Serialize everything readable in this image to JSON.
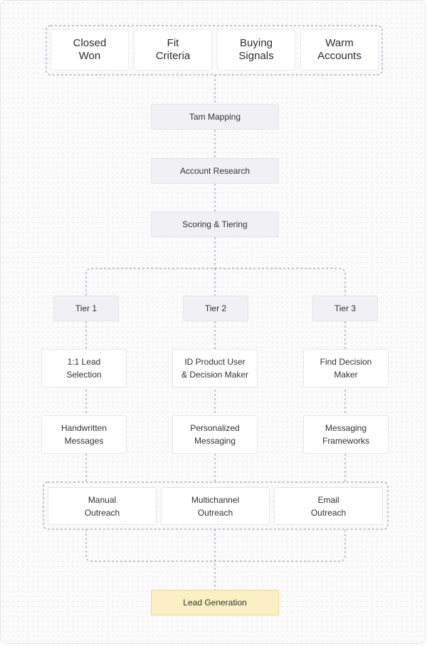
{
  "top_group": [
    "Closed\nWon",
    "Fit\nCriteria",
    "Buying\nSignals",
    "Warm\nAccounts"
  ],
  "pipeline": [
    "Tam Mapping",
    "Account Research",
    "Scoring & Tiering"
  ],
  "tiers": [
    {
      "label": "Tier 1",
      "step1": "1:1 Lead\nSelection",
      "step2": "Handwritten\nMessages"
    },
    {
      "label": "Tier 2",
      "step1": "ID Product User\n& Decision Maker",
      "step2": "Personalized\nMessaging"
    },
    {
      "label": "Tier 3",
      "step1": "Find Decision\nMaker",
      "step2": "Messaging\nFrameworks"
    }
  ],
  "outreach": [
    "Manual\nOutreach",
    "Multichannel\nOutreach",
    "Email\nOutreach"
  ],
  "result": "Lead Generation",
  "colors": {
    "dashed_line": "#a39eb5",
    "bar_fill": "#f1f0f4",
    "result_fill": "#fbf0c4",
    "result_border": "#efd98a"
  }
}
